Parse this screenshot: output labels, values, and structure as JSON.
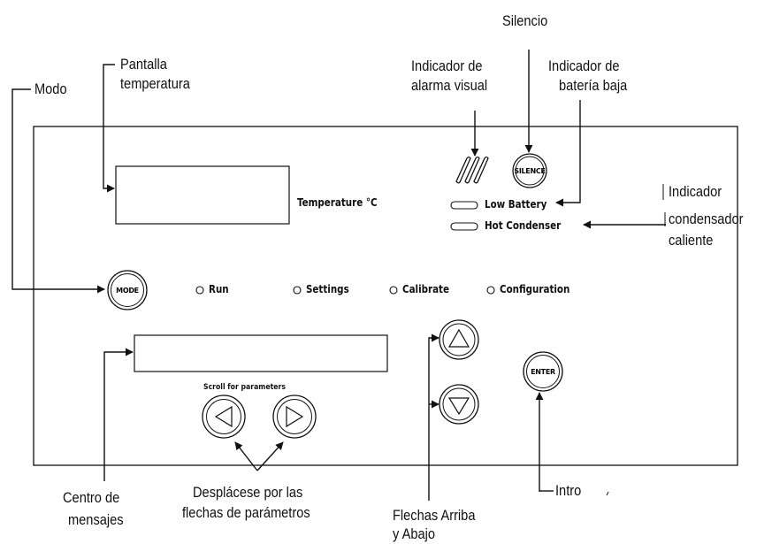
{
  "callouts": {
    "silencio": "Silencio",
    "indicador_alarma_1": "Indicador de",
    "indicador_alarma_2": "alarma visual",
    "indicador_bateria_1": "Indicador de",
    "indicador_bateria_2": "batería baja",
    "pantalla_1": "Pantalla",
    "pantalla_2": "temperatura",
    "modo": "Modo",
    "condensador_1": "Indicador",
    "condensador_2": "condensador",
    "condensador_3": "caliente",
    "centro_1": "Centro de",
    "centro_2": "mensajes",
    "desplacese_1": "Desplácese por las",
    "desplacese_2": "flechas de parámetros",
    "flechas_1": "Flechas Arriba",
    "flechas_2": "y Abajo",
    "intro": "Intro"
  },
  "panel": {
    "temperature_label": "Temperature °C",
    "silence_button": "SILENCE",
    "low_battery": "Low  Battery",
    "hot_condenser": "Hot  Condenser",
    "mode_button": "MODE",
    "enter_button": "ENTER",
    "scroll_label": "Scroll  for  parameters",
    "modes": {
      "run": "Run",
      "settings": "Settings",
      "calibrate": "Calibrate",
      "configuration": "Configuration"
    }
  },
  "icons": {
    "alarm": "visual-alarm-icon",
    "up": "up-arrow-icon",
    "down": "down-arrow-icon",
    "left": "left-arrow-icon",
    "right": "right-arrow-icon"
  }
}
